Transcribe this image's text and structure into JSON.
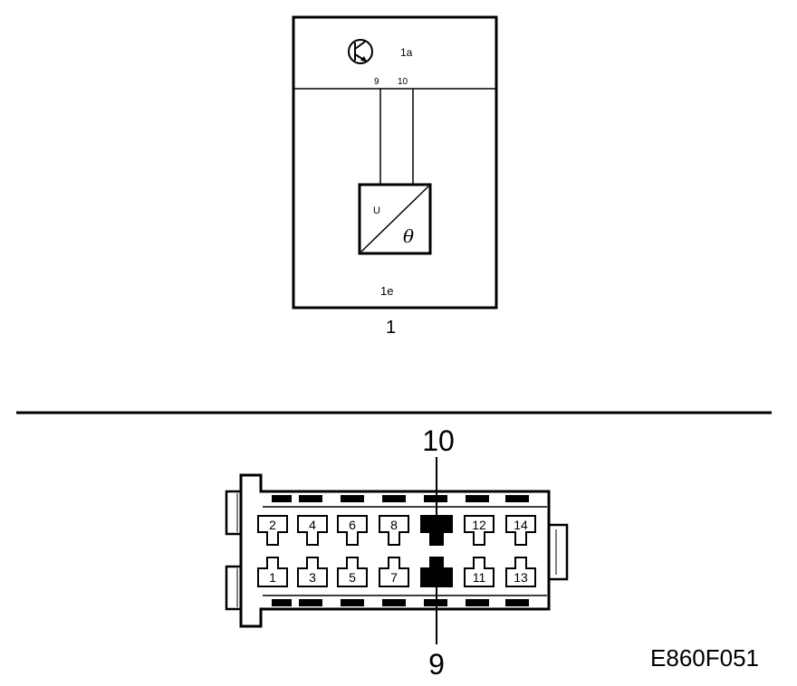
{
  "colors": {
    "ink": "#000000",
    "paper": "#ffffff"
  },
  "schematic": {
    "section_label": "1a",
    "pin_a": "9",
    "pin_b": "10",
    "sensor_input_label": "U",
    "sensor_output_label": "θ",
    "bottom_label": "1e",
    "component_number": "1",
    "transistor_icon": "transistor-icon"
  },
  "connector": {
    "callout_top": "10",
    "callout_bottom": "9",
    "top_row_pins": [
      "2",
      "4",
      "6",
      "8",
      "",
      "12",
      "14"
    ],
    "bottom_row_pins": [
      "1",
      "3",
      "5",
      "7",
      "",
      "11",
      "13"
    ]
  },
  "figure_code": "E860F051"
}
